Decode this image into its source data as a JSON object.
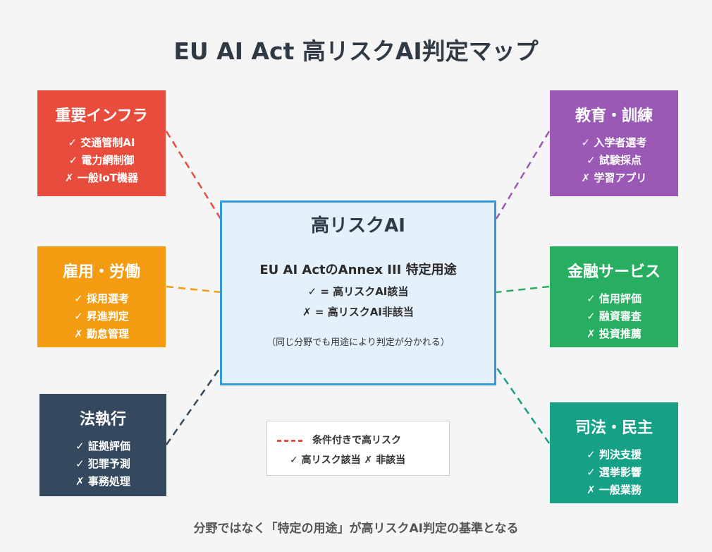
{
  "title": "EU AI Act 高リスクAI判定マップ",
  "center": {
    "title": "高リスクAI",
    "line1": "EU AI ActのAnnex III 特定用途",
    "line2": "✓ = 高リスクAI該当",
    "line3": "✗ = 高リスクAI非該当",
    "line4": "（同じ分野でも用途により判定が分かれる）"
  },
  "categories": {
    "infra": {
      "title": "重要インフラ",
      "items": [
        "✓ 交通管制AI",
        "✓ 電力網制御",
        "✗ 一般IoT機器"
      ],
      "color": "#e74c3c"
    },
    "education": {
      "title": "教育・訓練",
      "items": [
        "✓ 入学者選考",
        "✓ 試験採点",
        "✗ 学習アプリ"
      ],
      "color": "#9b59b6"
    },
    "employment": {
      "title": "雇用・労働",
      "items": [
        "✓ 採用選考",
        "✓ 昇進判定",
        "✗ 勤怠管理"
      ],
      "color": "#f39c12"
    },
    "finance": {
      "title": "金融サービス",
      "items": [
        "✓ 信用評価",
        "✓ 融資審査",
        "✗ 投資推薦"
      ],
      "color": "#27ae60"
    },
    "law": {
      "title": "法執行",
      "items": [
        "✓ 証拠評価",
        "✓ 犯罪予測",
        "✗ 事務処理"
      ],
      "color": "#34495e"
    },
    "justice": {
      "title": "司法・民主",
      "items": [
        "✓ 判決支援",
        "✓ 選挙影響",
        "✗ 一般業務"
      ],
      "color": "#16a085"
    }
  },
  "legend": {
    "dashed_label": "条件付きで高リスク",
    "marks_label": "✓ 高リスク該当 ✗ 非該当"
  },
  "footer": "分野ではなく「特定の用途」が高リスクAI判定の基準となる"
}
